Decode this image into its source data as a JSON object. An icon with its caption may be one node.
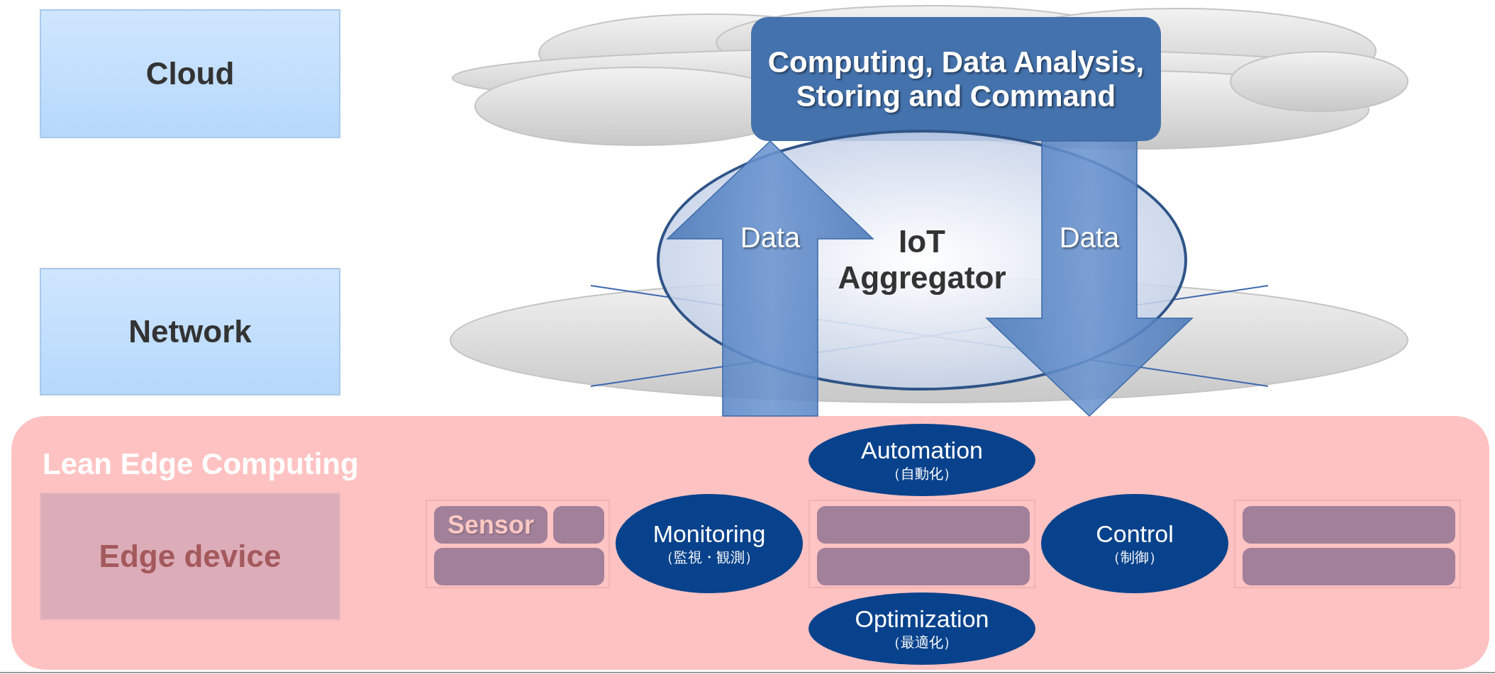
{
  "diagram": {
    "nodes": [
      {
        "text": [
          "Cloud"
        ]
      },
      {
        "text": [
          "Network"
        ]
      },
      {
        "text": [
          "Computing, Data Analysis, Storing and Command"
        ]
      },
      {
        "text": [
          "IoT Aggregator"
        ]
      },
      {
        "text": [
          "Lean Edge Computing"
        ]
      },
      {
        "text": [
          "Edge device"
        ],
        "in": 4
      },
      {
        "text": [],
        "shape": "box",
        "in": 4
      },
      {
        "text": [
          "Sensor"
        ],
        "in": 6
      },
      {
        "text": [],
        "shape": "box",
        "in": 6
      },
      {
        "text": [],
        "shape": "box",
        "in": 6
      },
      {
        "text": [],
        "shape": "box",
        "in": 4
      },
      {
        "text": [],
        "shape": "box",
        "in": 10
      },
      {
        "text": [],
        "shape": "box",
        "in": 10
      },
      {
        "text": [],
        "shape": "box",
        "in": 4
      },
      {
        "text": [],
        "shape": "box",
        "in": 13
      },
      {
        "text": [],
        "shape": "box",
        "in": 13
      },
      {
        "text": [
          "Automation",
          "（自動化）"
        ],
        "in": 4
      },
      {
        "text": [
          "Monitoring",
          "（監視・観測）"
        ],
        "in": 4
      },
      {
        "text": [
          "Control",
          "（制御）"
        ],
        "in": 4
      },
      {
        "text": [
          "Optimization",
          "（最適化）"
        ],
        "in": 4
      }
    ],
    "edges": [
      {
        "from": 4,
        "to": 2,
        "arrow": "to",
        "label": "Data",
        "style": "thick"
      },
      {
        "from": 2,
        "to": 4,
        "arrow": "to",
        "label": "Data",
        "style": "thick"
      }
    ]
  }
}
